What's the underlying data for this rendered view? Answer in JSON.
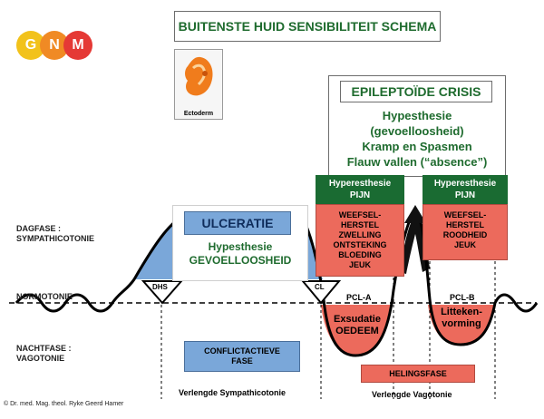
{
  "title": "BUITENSTE HUID SENSIBILITEIT SCHEMA",
  "logo": {
    "letters": [
      "G",
      "N",
      "M"
    ],
    "colors": [
      "#f2c21b",
      "#f08a24",
      "#e53935"
    ]
  },
  "embryo_label": "Ectoderm",
  "phases": {
    "dagfase": [
      "DAGFASE :",
      "SYMPATHICOTONIE"
    ],
    "normotonie": "NORMOTONIE",
    "nachtfase": [
      "NACHTFASE :",
      "VAGOTONIE"
    ]
  },
  "crisis": {
    "title": "EPILEPTOÏDE CRISIS",
    "lines": [
      "Hypesthesie",
      "(gevoelloosheid)",
      "Kramp en Spasmen",
      "Flauw vallen (“absence”)"
    ]
  },
  "pcl_a": {
    "header": [
      "Hyperesthesie",
      "PIJN"
    ],
    "box": [
      "WEEFSEL-",
      "HERSTEL",
      "ZWELLING",
      "ONTSTEKING",
      "BLOEDING",
      "JEUK"
    ],
    "label": "PCL-A",
    "dip": [
      "Exsudatie",
      "OEDEEM"
    ]
  },
  "pcl_b": {
    "header": [
      "Hyperesthesie",
      "PIJN"
    ],
    "box": [
      "WEEFSEL-",
      "HERSTEL",
      "ROODHEID",
      "JEUK"
    ],
    "label": "PCL-B",
    "dip": [
      "Litteken-",
      "vorming"
    ]
  },
  "ulceratie": {
    "title": "ULCERATIE",
    "lines": [
      "Hypesthesie",
      "GEVOELLOOSHEID"
    ]
  },
  "markers": {
    "dhs": "DHS",
    "cl": "CL"
  },
  "conflict_box": [
    "CONFLICTACTIEVE",
    "FASE"
  ],
  "helingsfase": "HELINGSFASE",
  "bottom": {
    "sympathicotonie": "Verlengde Sympathicotonie",
    "vagotonie": "Verlengde Vagotonie"
  },
  "copyright": "© Dr. med. Mag. theol. Ryke Geerd Hamer",
  "colors": {
    "green": "#1a6b32",
    "red": "#ec6a5c",
    "blue": "#7aa7d9",
    "dark_green_text": "#1e6b2e"
  }
}
